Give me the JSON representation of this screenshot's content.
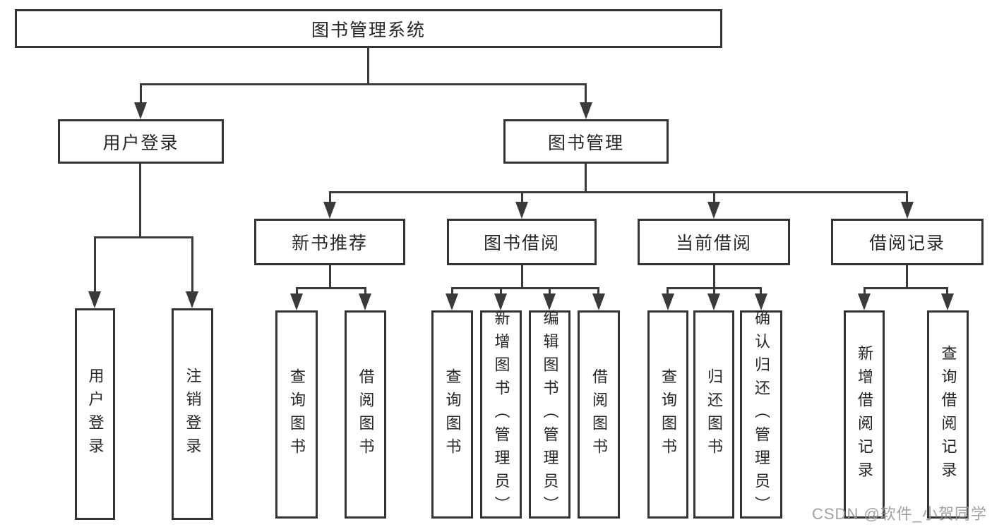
{
  "diagram": {
    "title_node": {
      "label": "图书管理系统"
    },
    "level2": [
      {
        "label": "用户登录"
      },
      {
        "label": "图书管理"
      }
    ],
    "level3": [
      {
        "label": "新书推荐"
      },
      {
        "label": "图书借阅"
      },
      {
        "label": "当前借阅"
      },
      {
        "label": "借阅记录"
      }
    ],
    "leaves": [
      {
        "label": "用户登录"
      },
      {
        "label": "注销登录"
      },
      {
        "label": "查询图书"
      },
      {
        "label": "借阅图书"
      },
      {
        "label": "查询图书"
      },
      {
        "label": "新增图书（管理员）"
      },
      {
        "label": "编辑图书（管理员）"
      },
      {
        "label": "借阅图书"
      },
      {
        "label": "查询图书"
      },
      {
        "label": "归还图书"
      },
      {
        "label": "确认归还（管理员）"
      },
      {
        "label": "新增借阅记录"
      },
      {
        "label": "查询借阅记录"
      }
    ],
    "hierarchy_note": {
      "root": "图书管理系统",
      "用户登录": [
        "用户登录",
        "注销登录"
      ],
      "图书管理": [
        "新书推荐",
        "图书借阅",
        "当前借阅",
        "借阅记录"
      ],
      "新书推荐": [
        "查询图书",
        "借阅图书"
      ],
      "图书借阅": [
        "查询图书",
        "新增图书（管理员）",
        "编辑图书（管理员）",
        "借阅图书"
      ],
      "当前借阅": [
        "查询图书",
        "归还图书",
        "确认归还（管理员）"
      ],
      "借阅记录": [
        "新增借阅记录",
        "查询借阅记录"
      ]
    }
  },
  "watermark": {
    "text": "CSDN @软件_小贺同学"
  },
  "colors": {
    "line": "#3a3a3a",
    "border": "#343434",
    "text": "#262626",
    "watermark": "#919191",
    "background": "#ffffff"
  }
}
